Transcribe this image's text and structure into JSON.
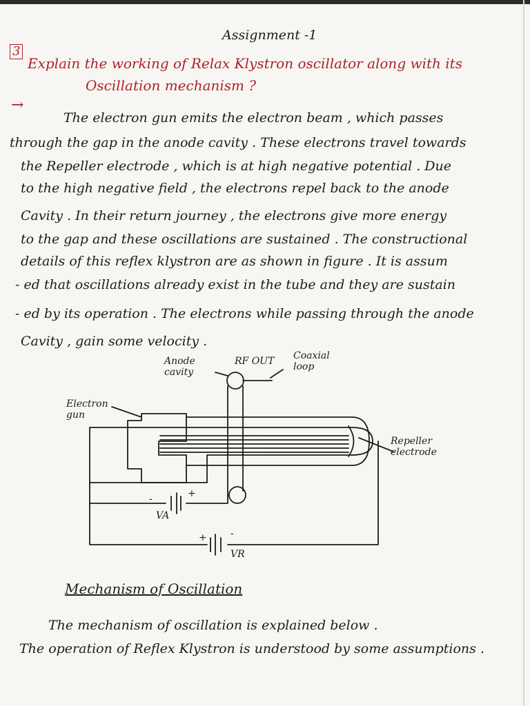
{
  "title": "Assignment -1",
  "question": {
    "number": "3",
    "line1": "Explain the working of Relax Klystron oscillator along with its",
    "line2": "Oscillation mechanism ?"
  },
  "answer_marker": "→",
  "answer_lines": [
    "The electron gun emits the electron beam , which passes",
    "through the gap in the anode cavity . These electrons travel towards",
    "the Repeller electrode , which is at high negative potential . Due",
    "to the high negative field , the electrons repel back to the anode",
    "Cavity . In their return journey , the electrons give more energy",
    "to the gap and these oscillations are sustained . The constructional",
    "details of this reflex klystron are as shown in figure . It is assum",
    "- ed that oscillations already exist in the tube and they are sustain",
    "- ed by its operation . The electrons while passing through the anode",
    "Cavity , gain some velocity ."
  ],
  "diagram": {
    "anode_cavity": "Anode\ncavity",
    "rf_out": "RF OUT",
    "coaxial_loop": "Coaxial\nloop",
    "electron_gun": "Electron\ngun",
    "repeller_electrode": "Repeller\nelectrode",
    "va": "VA",
    "vr": "VR",
    "minus": "-",
    "plus": "+"
  },
  "mechanism_heading": "Mechanism of Oscillation",
  "mechanism_lines": [
    "The mechanism of oscillation is explained below .",
    "The operation of Reflex Klystron is understood by some assumptions ."
  ]
}
